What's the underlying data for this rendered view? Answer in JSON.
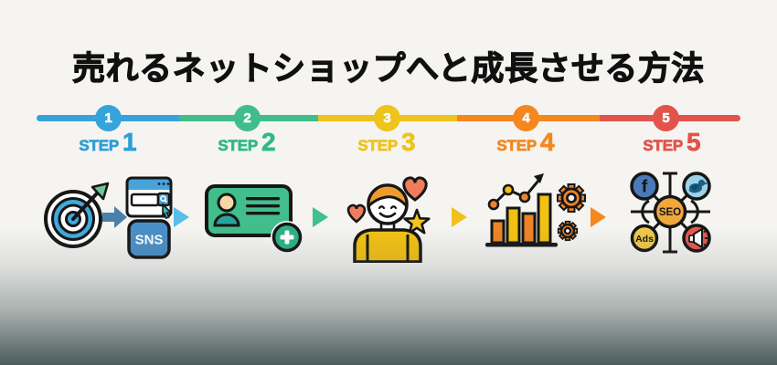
{
  "title": "売れるネットショップへと成長させる方法",
  "timeline": {
    "step_word": "STEP",
    "steps": [
      {
        "number": "1",
        "color": "#36a3db",
        "icon": "target-web-sns"
      },
      {
        "number": "2",
        "color": "#3fbe8c",
        "icon": "profile-card-add"
      },
      {
        "number": "3",
        "color": "#eec31c",
        "icon": "happy-customer-hearts-star"
      },
      {
        "number": "4",
        "color": "#f5871f",
        "icon": "growth-bar-chart-gears"
      },
      {
        "number": "5",
        "color": "#e2534a",
        "icon": "seo-social-network"
      }
    ]
  },
  "badges": {
    "sns": "SNS",
    "seo": "SEO",
    "ads": "Ads",
    "facebook_f": "f"
  },
  "colors": {
    "background": "#f5f4f1",
    "bottom_fade": "#4b5d5d",
    "title_text": "#101010",
    "step1_blue": "#36a3db",
    "step2_green": "#3fbe8c",
    "step3_yellow": "#eec31c",
    "step4_orange": "#f5871f",
    "step5_red": "#e2534a",
    "connector_arrow_blue": "#57bde9",
    "connector_arrow_green": "#3fc08c",
    "connector_arrow_yellow": "#f0c11c",
    "connector_arrow_orange": "#f5871f"
  }
}
